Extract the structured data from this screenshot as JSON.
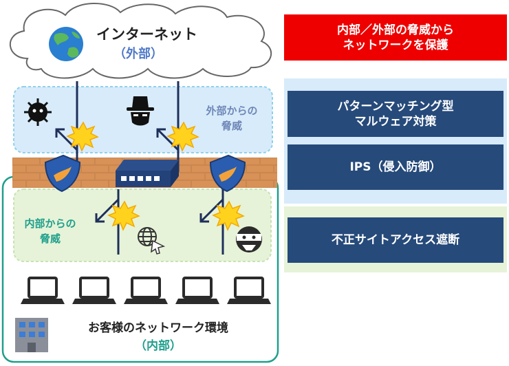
{
  "internet": {
    "title": "インターネット",
    "sub": "（外部）"
  },
  "external_zone": {
    "label_line1": "外部からの",
    "label_line2": "脅威"
  },
  "internal_zone": {
    "label_line1": "内部からの",
    "label_line2": "脅威"
  },
  "customer_network": {
    "title": "お客様のネットワーク環境",
    "sub": "（内部）"
  },
  "header": {
    "line1": "内部／外部の脅威から",
    "line2": "ネットワークを保護"
  },
  "features": [
    {
      "line1": "パターンマッチング型",
      "line2": "マルウェア対策"
    },
    {
      "line1": "IPS（侵入防御）",
      "line2": ""
    },
    {
      "line1": "不正サイトアクセス遮断",
      "line2": ""
    }
  ],
  "colors": {
    "header_red": "#ee0000",
    "panel_navy": "#264a7a",
    "zone_blue": "#d8ebfa",
    "zone_green": "#e6f3d8",
    "teal": "#1f9f8c",
    "brick": "#c27a46"
  }
}
